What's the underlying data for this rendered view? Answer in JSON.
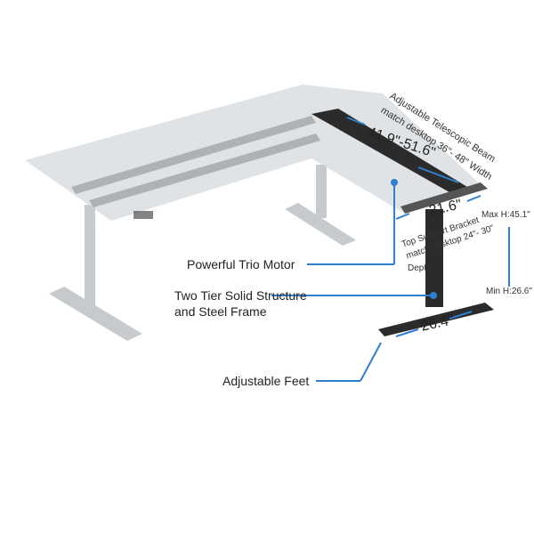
{
  "colors": {
    "accent": "#2f7fd0",
    "frame": "#2b2b2b",
    "top": "#d9dde0"
  },
  "labels": {
    "beam_title": "Adjustable Telescopic Beam",
    "beam_sub": "match desktop 36\"- 48\" Width",
    "beam_range": "41.9\"-51.6\"",
    "bracket_width": "21.6\"",
    "bracket_title": "Top Support Bracket",
    "bracket_sub": "match desktop 24\"- 30\"",
    "bracket_sub2": "Depth",
    "max_height": "Max H:45.1\"",
    "min_height": "Min H:26.6\"",
    "motor": "Powerful Trio Motor",
    "structure_1": "Two Tier Solid Structure",
    "structure_2": "and Steel Frame",
    "feet_width": "26.4\"",
    "feet": "Adjustable Feet"
  }
}
